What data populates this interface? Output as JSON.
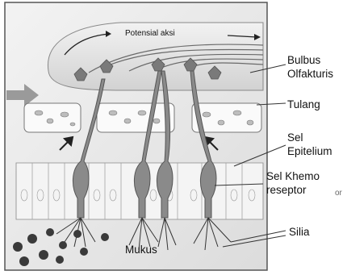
{
  "labels": {
    "potential": "Potensial aksi",
    "bulbus_line1": "Bulbus",
    "bulbus_line2": "Olfakturis",
    "bone": "Tulang",
    "epithelium_line1": "Sel",
    "epithelium_line2": "Epitelium",
    "chemo_line1": "Sel Khemo",
    "chemo_line2": "reseptor",
    "cilia": "Silia",
    "mucus": "Mukus",
    "edge_fragment": "or"
  },
  "colors": {
    "neuron": "#8a8a8a",
    "neuron_dark": "#5a5a5a",
    "bulb_fill": "#e6e6e6",
    "arrow": "#9a9a9a",
    "mucus_dot": "#3a3a3a",
    "frame": "#555555"
  }
}
